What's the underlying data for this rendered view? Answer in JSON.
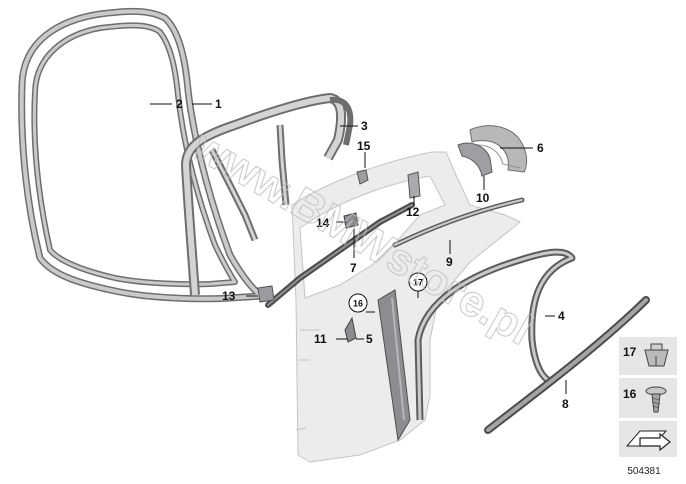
{
  "diagram": {
    "doc_number": "504381",
    "watermark": "www.BMWstore.pl",
    "callouts": [
      "1",
      "2",
      "3",
      "4",
      "5",
      "6",
      "7",
      "8",
      "9",
      "10",
      "11",
      "12",
      "13",
      "14",
      "15",
      "16",
      "17"
    ],
    "circled_callouts": [
      "16",
      "17"
    ],
    "legend_items": [
      "17",
      "16"
    ],
    "colors": {
      "part_fill": "#c9cacc",
      "part_stroke": "#6d6e70",
      "door_fill": "#ececed",
      "legend_bg": "#e6e6e7"
    }
  }
}
